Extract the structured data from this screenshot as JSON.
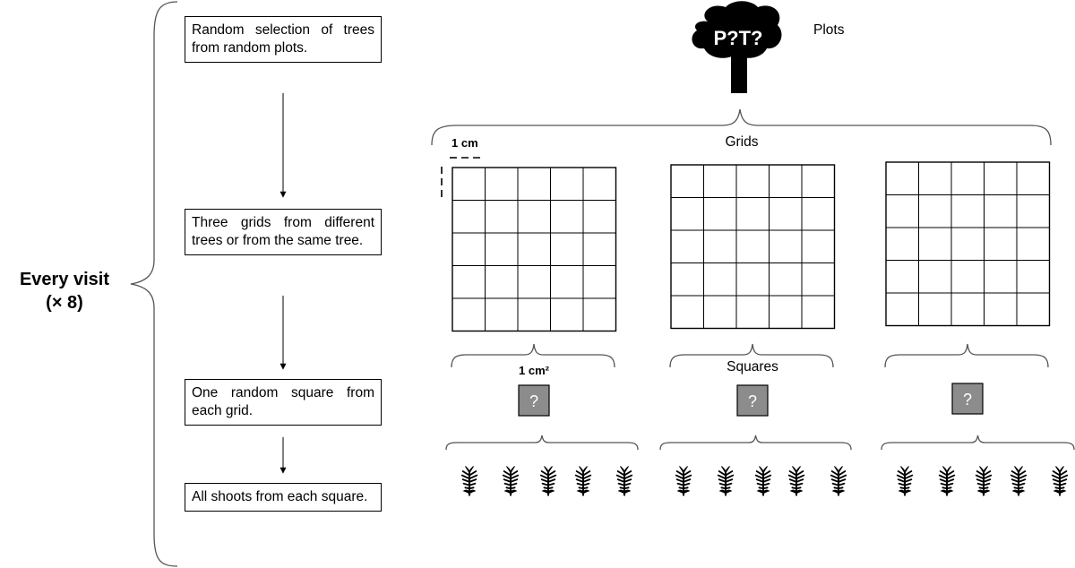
{
  "visit": {
    "title": "Every visit",
    "repeat": "(× 8)"
  },
  "steps": [
    {
      "text": "Random selection of trees from random plots."
    },
    {
      "text": "Three grids from different trees or from the same tree."
    },
    {
      "text": "One random square from each grid."
    },
    {
      "text": "All shoots from each square."
    }
  ],
  "tree": {
    "label": "P?T?",
    "caption": "Plots"
  },
  "grids": {
    "caption": "Grids",
    "scale_label": "1 cm",
    "rows": 5,
    "cols": 5,
    "count": 3
  },
  "squares": {
    "labels": [
      "1 cm²",
      "Squares",
      ""
    ],
    "marker": "?",
    "marker_fill": "#8c8c8c"
  },
  "shoots": {
    "per_group": 5,
    "groups": 3
  }
}
